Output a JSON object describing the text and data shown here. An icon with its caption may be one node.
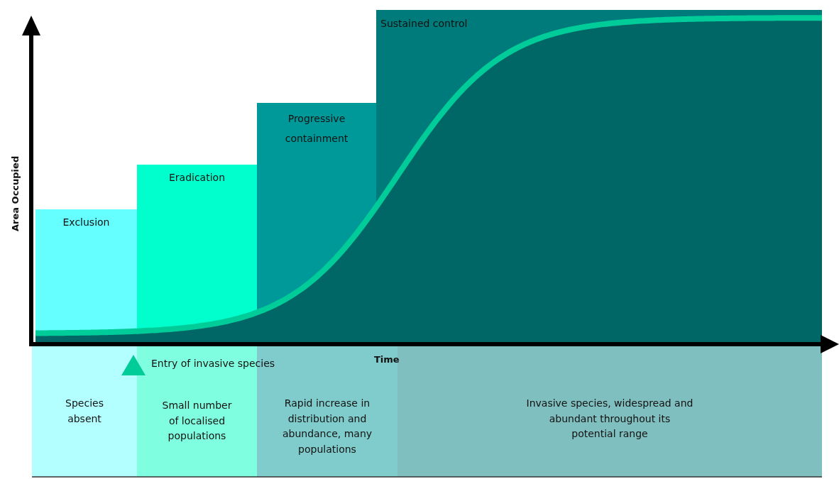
{
  "diagram": {
    "nodes": [
      {
        "text": [
          "Exclusion"
        ]
      },
      {
        "text": [
          "Eradication"
        ]
      },
      {
        "text": [
          "Progressive containment"
        ]
      },
      {
        "text": [
          "Sustained control"
        ]
      },
      {
        "text": [
          "Species absent"
        ]
      },
      {
        "text": [
          "Small number of localised populations"
        ]
      },
      {
        "text": [
          "Rapid increase in distribution and abundance, many populations"
        ]
      },
      {
        "text": [
          "Invasive species, widespread and abundant throughout its potential range"
        ]
      }
    ],
    "edges": [],
    "labels": [
      "Area Occupied",
      "Entry of invasive species",
      "Time"
    ]
  }
}
